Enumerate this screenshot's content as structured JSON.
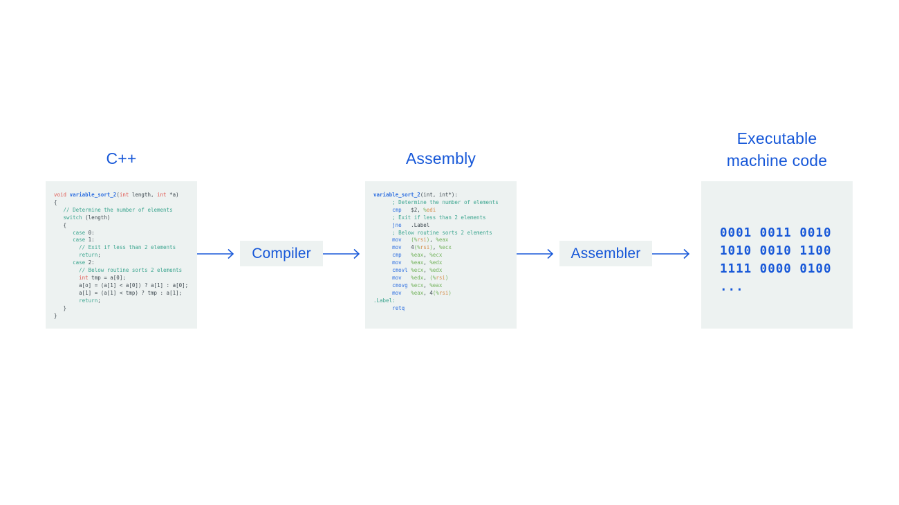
{
  "palette": {
    "title": "#1657D8",
    "blue": "#2E6FE0",
    "red": "#E0564F",
    "teal": "#3BA58F",
    "green": "#74B35D",
    "orange": "#D68E4C",
    "dark": "#3E4950",
    "block": "#EDF2F1"
  },
  "stages": {
    "cpp": {
      "title": "C++",
      "code": [
        [
          [
            "r",
            "void "
          ],
          [
            "f",
            "variable_sort_2"
          ],
          [
            "p",
            "("
          ],
          [
            "r",
            "int"
          ],
          [
            "p",
            " length, "
          ],
          [
            "r",
            "int"
          ],
          [
            "p",
            " *a)"
          ]
        ],
        [
          [
            "p",
            "{"
          ]
        ],
        [
          [
            "c",
            "   // Determine the number of elements"
          ]
        ],
        [
          [
            "c",
            "   switch"
          ],
          [
            "p",
            " (length)"
          ]
        ],
        [
          [
            "p",
            "   {"
          ]
        ],
        [
          [
            "c",
            "      case"
          ],
          [
            "p",
            " 0:"
          ]
        ],
        [
          [
            "c",
            "      case"
          ],
          [
            "p",
            " 1:"
          ]
        ],
        [
          [
            "c",
            "        // Exit if less than 2 elements"
          ]
        ],
        [
          [
            "c",
            "        return"
          ],
          [
            "p",
            ";"
          ]
        ],
        [
          [
            "c",
            "      case"
          ],
          [
            "p",
            " 2:"
          ]
        ],
        [
          [
            "c",
            "        // Below routine sorts 2 elements"
          ]
        ],
        [
          [
            "p",
            "        "
          ],
          [
            "r",
            "int"
          ],
          [
            "p",
            " tmp = a[0];"
          ]
        ],
        [
          [
            "p",
            "        a[o] = (a[1] < a[0]) ? a[1] : a[0];"
          ]
        ],
        [
          [
            "p",
            "        a[1] = (a[1] < tmp) ? tmp : a[1];"
          ]
        ],
        [
          [
            "c",
            "        return"
          ],
          [
            "p",
            ";"
          ]
        ],
        [
          [
            "p",
            "   }"
          ]
        ],
        [
          [
            "p",
            "}"
          ]
        ]
      ]
    },
    "assembly": {
      "title": "Assembly",
      "code": [
        [
          [
            "f",
            "variable_sort_2"
          ],
          [
            "p",
            "(int, int*):"
          ]
        ],
        [
          [
            "c",
            "      ; Determine the number of elements"
          ]
        ],
        [
          [
            "b",
            "      cmp"
          ],
          [
            "p",
            "   $2, "
          ],
          [
            "g",
            "%"
          ],
          [
            "o",
            "edi"
          ]
        ],
        [
          [
            "c",
            "      ; Exit if less than 2 elements"
          ]
        ],
        [
          [
            "b",
            "      jne"
          ],
          [
            "p",
            "   .Label"
          ]
        ],
        [
          [
            "c",
            "      ; Below routine sorts 2 elements"
          ]
        ],
        [
          [
            "b",
            "      mov"
          ],
          [
            "p",
            "   "
          ],
          [
            "g",
            "(%"
          ],
          [
            "o",
            "rsi"
          ],
          [
            "g",
            ")"
          ],
          [
            "p",
            ", "
          ],
          [
            "g",
            "%eax"
          ]
        ],
        [
          [
            "b",
            "      mov"
          ],
          [
            "p",
            "   4"
          ],
          [
            "g",
            "(%"
          ],
          [
            "o",
            "rsi"
          ],
          [
            "g",
            ")"
          ],
          [
            "p",
            ", "
          ],
          [
            "g",
            "%ecx"
          ]
        ],
        [
          [
            "b",
            "      cmp"
          ],
          [
            "p",
            "   "
          ],
          [
            "g",
            "%eax"
          ],
          [
            "p",
            ", "
          ],
          [
            "g",
            "%ecx"
          ]
        ],
        [
          [
            "b",
            "      mov"
          ],
          [
            "p",
            "   "
          ],
          [
            "g",
            "%eax"
          ],
          [
            "p",
            ", "
          ],
          [
            "g",
            "%edx"
          ]
        ],
        [
          [
            "b",
            "      cmovl"
          ],
          [
            "p",
            " "
          ],
          [
            "g",
            "%ecx"
          ],
          [
            "p",
            ", "
          ],
          [
            "g",
            "%edx"
          ]
        ],
        [
          [
            "b",
            "      mov"
          ],
          [
            "p",
            "   "
          ],
          [
            "g",
            "%edx"
          ],
          [
            "p",
            ", "
          ],
          [
            "g",
            "(%"
          ],
          [
            "o",
            "rsi"
          ],
          [
            "g",
            ")"
          ]
        ],
        [
          [
            "b",
            "      cmovg"
          ],
          [
            "p",
            " "
          ],
          [
            "g",
            "%ecx"
          ],
          [
            "p",
            ", "
          ],
          [
            "g",
            "%eax"
          ]
        ],
        [
          [
            "b",
            "      mov"
          ],
          [
            "p",
            "   "
          ],
          [
            "g",
            "%eax"
          ],
          [
            "p",
            ", 4"
          ],
          [
            "g",
            "(%"
          ],
          [
            "o",
            "rsi"
          ],
          [
            "g",
            ")"
          ]
        ],
        [
          [
            "c",
            ".Label:"
          ]
        ],
        [
          [
            "b",
            "      retq"
          ]
        ]
      ]
    },
    "machine": {
      "title_lines": [
        "Executable",
        "machine code"
      ],
      "code": [
        "0001 0011 0010",
        "1010 0010 1100",
        "1111 0000 0100",
        "..."
      ]
    }
  },
  "steps": {
    "compiler": "Compiler",
    "assembler": "Assembler"
  }
}
